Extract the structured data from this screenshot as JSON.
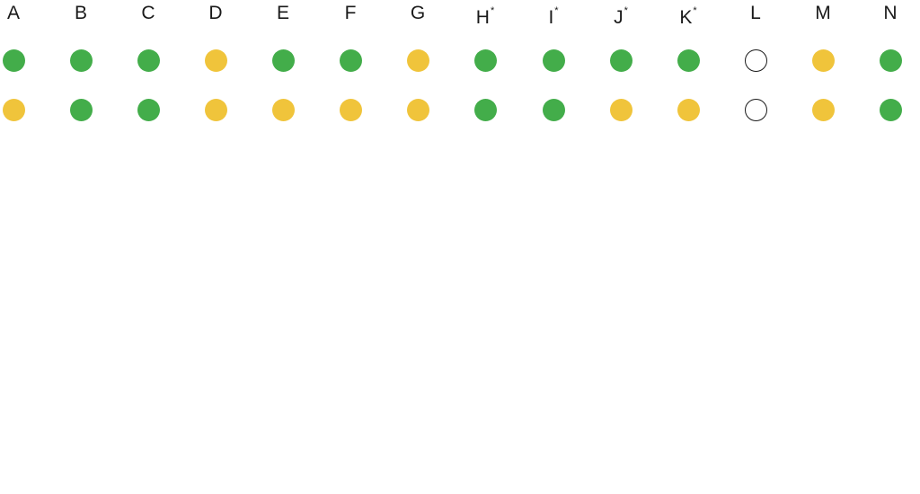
{
  "columns": [
    {
      "letter": "A",
      "marker": ""
    },
    {
      "letter": "B",
      "marker": ""
    },
    {
      "letter": "C",
      "marker": ""
    },
    {
      "letter": "D",
      "marker": ""
    },
    {
      "letter": "E",
      "marker": ""
    },
    {
      "letter": "F",
      "marker": ""
    },
    {
      "letter": "G",
      "marker": ""
    },
    {
      "letter": "H",
      "marker": "*"
    },
    {
      "letter": "I",
      "marker": "*"
    },
    {
      "letter": "J",
      "marker": "*"
    },
    {
      "letter": "K",
      "marker": "*"
    },
    {
      "letter": "L",
      "marker": ""
    },
    {
      "letter": "M",
      "marker": ""
    },
    {
      "letter": "N",
      "marker": ""
    }
  ],
  "rows": [
    [
      "green",
      "green",
      "green",
      "yellow",
      "green",
      "green",
      "yellow",
      "green",
      "green",
      "green",
      "green",
      "empty",
      "yellow",
      "green"
    ],
    [
      "yellow",
      "green",
      "green",
      "yellow",
      "yellow",
      "yellow",
      "yellow",
      "green",
      "green",
      "yellow",
      "yellow",
      "empty",
      "yellow",
      "green"
    ]
  ],
  "colors": {
    "green": "#43ad4a",
    "yellow": "#f0c43b",
    "empty": "#ffffff"
  }
}
